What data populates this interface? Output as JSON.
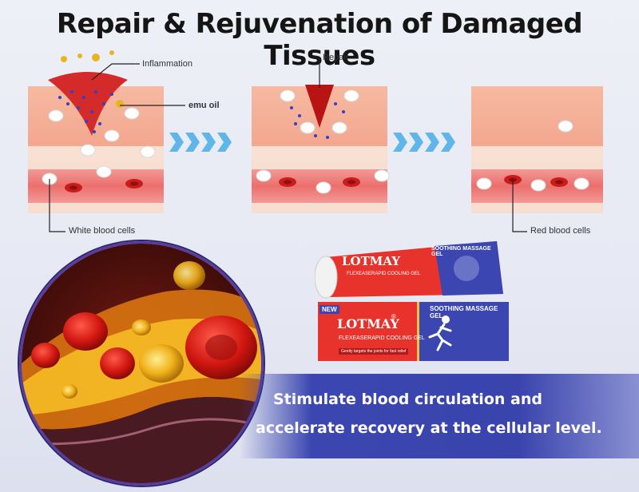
{
  "title": "Repair & Rejuvenation of Damaged Tissues",
  "labels": {
    "inflammation": "Inflammation",
    "emu_oil": "emu oil",
    "repair": "Repair",
    "white_blood_cells": "White blood cells",
    "red_blood_cells": "Red blood cells"
  },
  "product": {
    "brand": "LOTMAY",
    "registered": "®",
    "name": "SOOTHING MASSAGE GEL",
    "subtitle": "FLEXEASERAPID COOLING GEL",
    "badge": "NEW",
    "tagline": "Gently targets the joints for fast relief"
  },
  "banner": {
    "line1": "Stimulate blood circulation and",
    "line2": "accelerate recovery at the cellular level."
  },
  "colors": {
    "accent_red": "#e8322c",
    "accent_blue": "#3b46b0",
    "arrow_blue": "#5fb6e8"
  }
}
